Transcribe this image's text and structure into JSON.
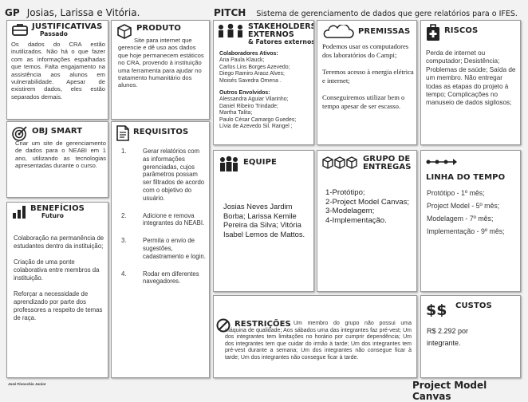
{
  "header": {
    "gp_label": "GP",
    "gp_names": "Josias, Larissa e Vitória.",
    "pitch_label": "PITCH",
    "pitch_text": "Sistema de gerenciamento de dados que gere relatórios para o IFES."
  },
  "justificativas": {
    "title": "JUSTIFICATIVAS",
    "subtitle": "Passado",
    "icon": "briefcase-icon",
    "text": "Os dados do CRA estão inutilizados. Não há o que fazer com as informações espalhadas que temos. Falta engajamento na assistência aos alunos em vulnerabilidade. Apesar de existirem dados, eles estão separados demais."
  },
  "obj_smart": {
    "title": "OBJ SMART",
    "icon": "target-icon",
    "text": "Criar um site de gerenciamento de dados para o NEABI em 1 ano, utilizando as tecnologias apresentadas durante o curso."
  },
  "beneficios": {
    "title": "BENEFÍCIOS",
    "subtitle": "Futuro",
    "icon": "bar-chart-icon",
    "paragraphs": [
      "Colaboração na permanência de estudantes dentro da instituição;",
      "Criação de uma ponte colaborativa entre membros da instituição.",
      "Reforçar a necessidade de aprendizado por parte dos professores a respeito de temas de raça."
    ]
  },
  "produto": {
    "title": "PRODUTO",
    "icon": "box-icon",
    "text": "Site para internet que gerencie e dê uso aos dados que hoje permanecem estáticos no CRA, provendo à instituição uma ferramenta para ajudar no tratamento humanitário dos alunos."
  },
  "requisitos": {
    "title": "REQUISITOS",
    "icon": "document-icon",
    "items": [
      {
        "num": "1.",
        "text": "Gerar relatórios com as informações gerenciadas, cujos parâmetros possam ser filtrados de acordo com o objetivo do usuário."
      },
      {
        "num": "2.",
        "text": "Adicione e remova integrantes do NEABI."
      },
      {
        "num": "3.",
        "text": "Permita o envio de sugestões, cadastramento e login."
      },
      {
        "num": "4.",
        "text": "Rodar em diferentes navegadores."
      }
    ]
  },
  "stakeholders": {
    "title": "STAKEHOLDERS EXTERNOS",
    "subtitle": "& Fatores externos",
    "icon": "people-icon",
    "ativos_label": "Colaboradores Ativos:",
    "ativos": [
      "Ana Paula Klauck;",
      "Carlos Lins Borges Azevedo;",
      "Diego Ramiro Araoz Alves;",
      "Moisés Savedra Omena ."
    ],
    "envolvidos_label": "Outros Envolvidos:",
    "envolvidos": [
      "Alessandra Aguiar Vilarinho;",
      "Daniel Ribeiro Trindade;",
      "Martha Talita;",
      "Paulo César Camargo Guedes;",
      "Lívia de Azevedo Sil. Rangel ;"
    ]
  },
  "premissas": {
    "title": "PREMISSAS",
    "icon": "cloud-icon",
    "paragraphs": [
      "Podemos usar os computadores dos laboratórios do Campi;",
      "Teremos acesso à energia elétrica e internet;",
      "Conseguiremos utilizar bem o tempo apesar de ser escasso."
    ]
  },
  "riscos": {
    "title": "RISCOS",
    "icon": "first-aid-icon",
    "text": "Perda de internet ou computador; Desistência; Problemas de saúde; Saída de um membro. Não entregar todas as etapas do projeto à tempo; Complicações no manuseio de dados sigilosos;"
  },
  "equipe": {
    "title": "EQUIPE",
    "icon": "team-icon",
    "text": "Josias Neves Jardim Borba; Larissa Kemile Pereira da Silva; Vitória Isabel Lemos de Mattos."
  },
  "grupo_entregas": {
    "title": "GRUPO DE ENTREGAS",
    "icon": "packages-icon",
    "items": [
      "1-Protótipo;",
      "2-Project Model Canvas;",
      "3-Modelagem;",
      "4-Implementação."
    ]
  },
  "linha_tempo": {
    "title": "LINHA DO TEMPO",
    "icon": "timeline-icon",
    "items": [
      "Protótipo - 1º mês;",
      "Project Model - 5º mês;",
      "Modelagem - 7º mês;",
      "Implementação - 9º mês;"
    ]
  },
  "restricoes": {
    "title": "RESTRIÇÕES",
    "icon": "prohibited-icon",
    "text": "Um membro do grupo não possui uma máquina de qualidade; Aos sábados uma das integrantes faz pré-vest; Um dos integrantes tem limitações no horário por cumprir dependência; Um dos integrantes tem que cuidar do irmão à tarde; Um dos integrantes tem pré-vest durante a semana; Um dos integrantes não consegue ficar à tarde; Um dos integrantes não consegue ficar à tarde."
  },
  "custos": {
    "title": "CUSTOS",
    "icon": "dollar-icon",
    "text": "R$ 2.292 por integrante."
  },
  "footer": {
    "author": "José Finocchio Junior",
    "brand": "Project Model Canvas"
  }
}
